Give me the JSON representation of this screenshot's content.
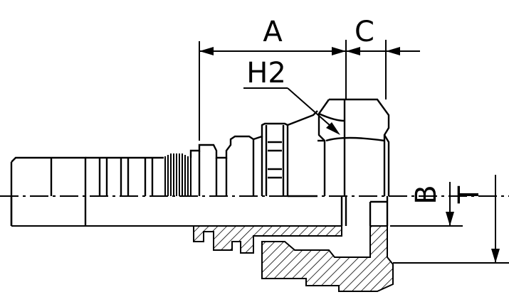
{
  "diagram": {
    "labels": {
      "A": "A",
      "C": "C",
      "H2": "H2",
      "B": "B",
      "T": "T"
    },
    "colors": {
      "stroke": "#000000",
      "background": "#ffffff"
    }
  }
}
